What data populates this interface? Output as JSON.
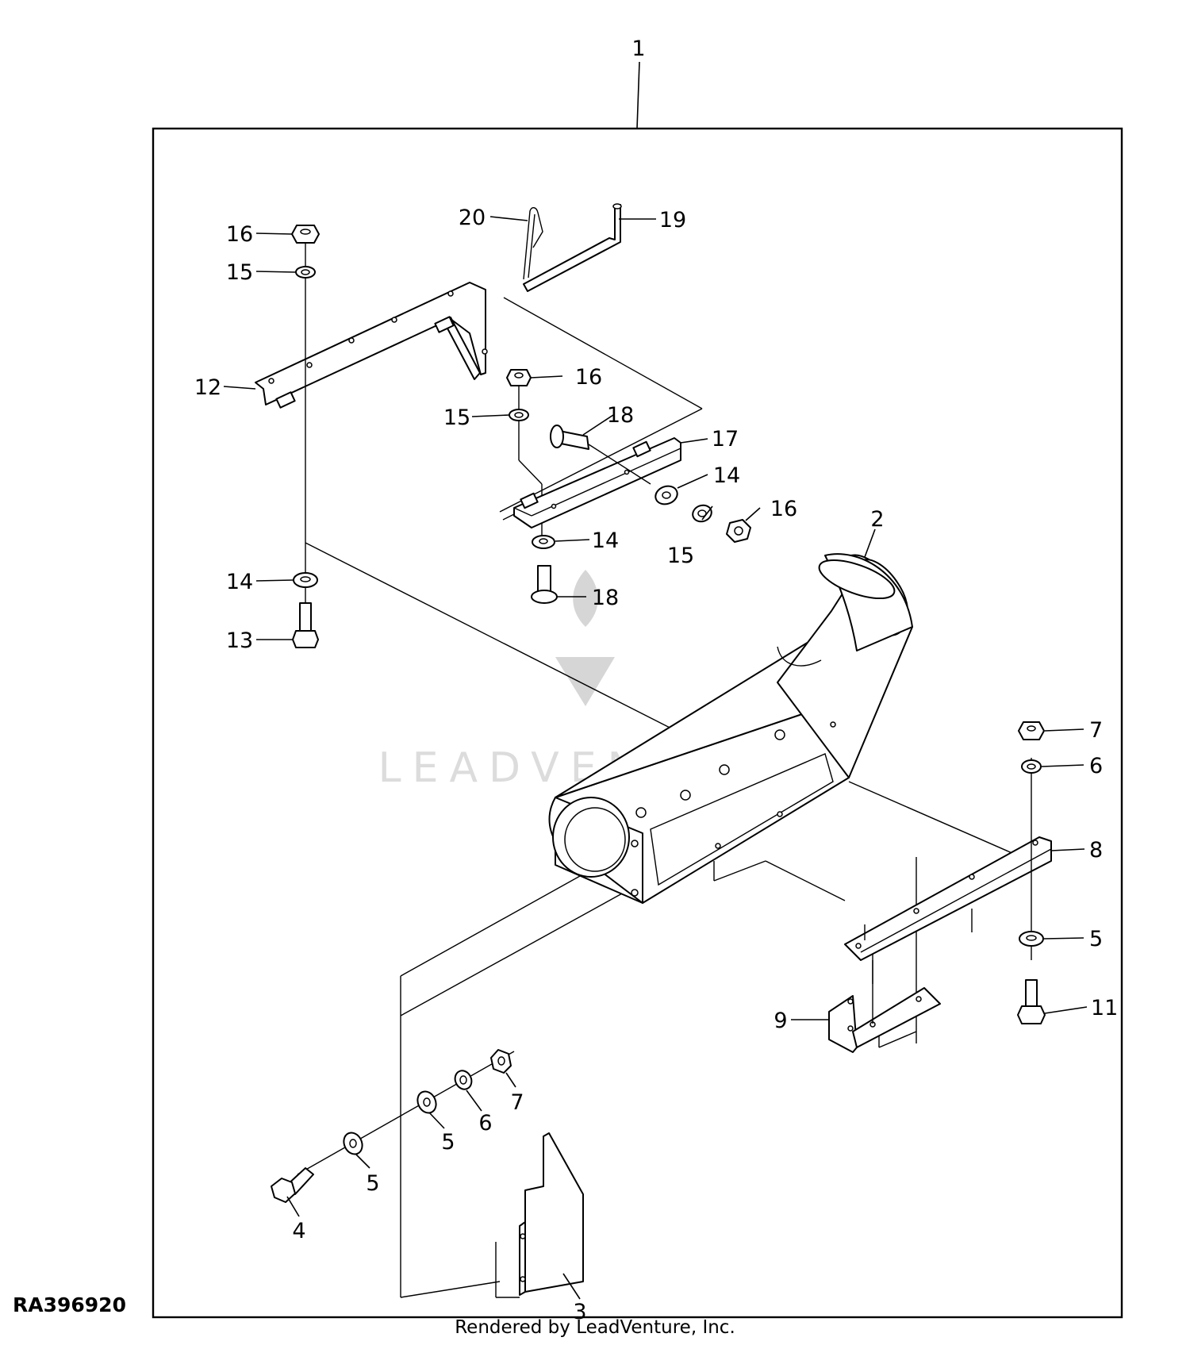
{
  "drawing_id": "RA396920",
  "render_credit": "Rendered by LeadVenture, Inc.",
  "watermark": "LEADVENTURE",
  "callouts": {
    "c1": "1",
    "c2": "2",
    "c3": "3",
    "c4": "4",
    "c5a": "5",
    "c5b": "5",
    "c5c": "5",
    "c6a": "6",
    "c6b": "6",
    "c7a": "7",
    "c7b": "7",
    "c8": "8",
    "c9": "9",
    "c11": "11",
    "c12": "12",
    "c13": "13",
    "c14a": "14",
    "c14b": "14",
    "c14c": "14",
    "c15a": "15",
    "c15b": "15",
    "c15c": "15",
    "c16a": "16",
    "c16b": "16",
    "c16c": "16",
    "c17": "17",
    "c18a": "18",
    "c18b": "18",
    "c19": "19",
    "c20": "20"
  }
}
